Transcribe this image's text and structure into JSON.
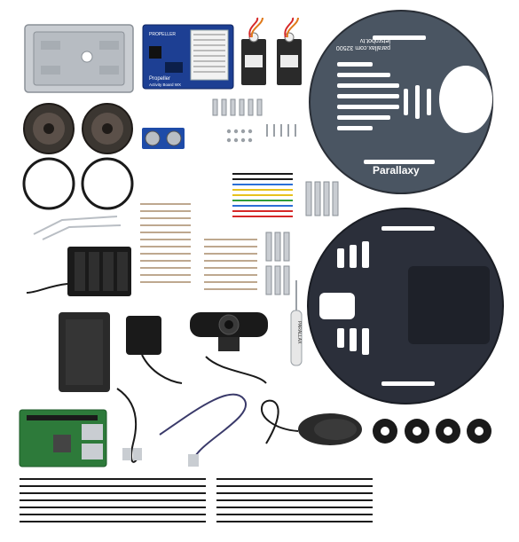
{
  "chassis_top_plate": {
    "text_line_1": "Parallaxy",
    "text_line_2": "parallax.com 32500",
    "text_line_3": "letsrobot.tv"
  },
  "propeller_board": {
    "text_line_1": "PROPELLER",
    "text_line_2": "Propeller",
    "text_line_3": "Activity Board WX"
  },
  "screwdriver_label": "PARALLAX",
  "colors": {
    "chassis_plate": "#4a5562",
    "chassis_plate_dark": "#2a2f37",
    "lower_plate": "#2b2f3a",
    "propeller_board": "#1d3f93",
    "raspberry_pi": "#2d7a3a",
    "aluminum": "#c9cdd2",
    "servo": "#2a2a2a",
    "wire_red": "#d62828",
    "wire_blue": "#2a6fd6",
    "wire_yellow": "#e7c21d",
    "wire_green": "#2e9d3a",
    "wire_black": "#1a1a1a"
  }
}
